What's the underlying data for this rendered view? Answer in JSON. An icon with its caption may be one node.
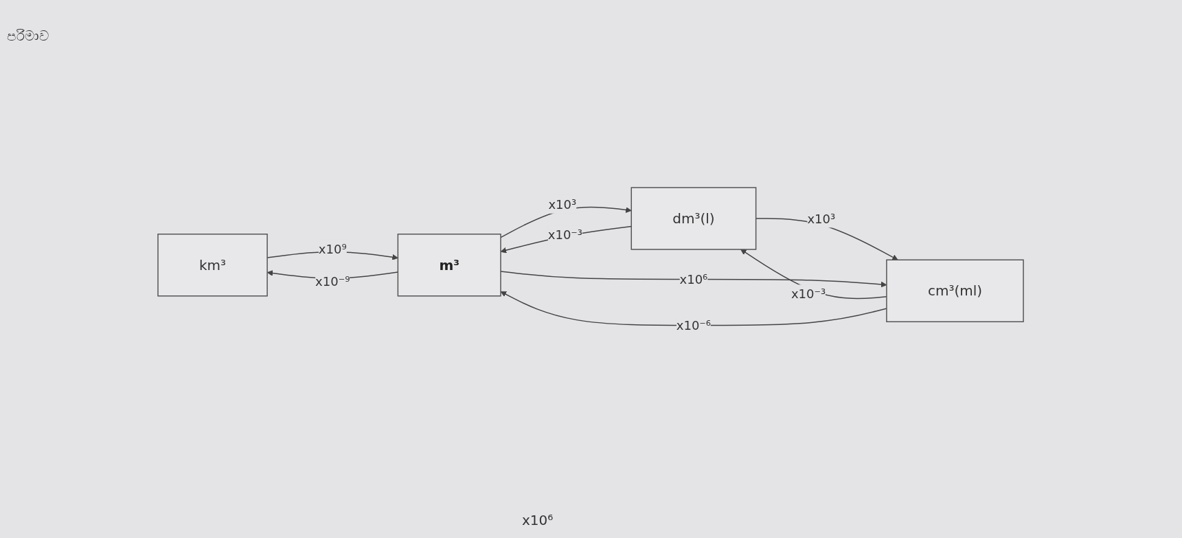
{
  "diagram": {
    "title": "පරිමාව",
    "nodes": [
      {
        "text": [
          "km³"
        ]
      },
      {
        "text": [
          "m³"
        ]
      },
      {
        "text": [
          "dm³(l)"
        ]
      },
      {
        "text": [
          "cm³(ml)"
        ]
      }
    ],
    "edges": [
      {
        "from": 0,
        "to": 1,
        "arrow": "to",
        "label": "x10⁹"
      },
      {
        "from": 1,
        "to": 0,
        "arrow": "to",
        "label": "x10⁻⁹"
      },
      {
        "from": 1,
        "to": 2,
        "arrow": "to",
        "label": "x10³"
      },
      {
        "from": 2,
        "to": 1,
        "arrow": "to",
        "label": "x10⁻³"
      },
      {
        "from": 2,
        "to": 3,
        "arrow": "to",
        "label": "x10³"
      },
      {
        "from": 3,
        "to": 2,
        "arrow": "to",
        "label": "x10⁻³"
      },
      {
        "from": 1,
        "to": 3,
        "arrow": "to",
        "label": "x10⁶"
      },
      {
        "from": 3,
        "to": 1,
        "arrow": "to",
        "label": "x10⁻⁶"
      }
    ],
    "labels": [
      "x10⁶"
    ]
  }
}
